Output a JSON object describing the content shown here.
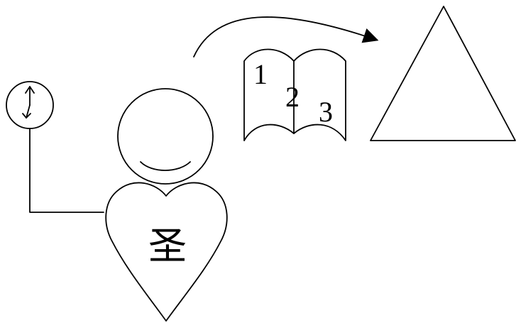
{
  "book": {
    "page_numbers": [
      "1",
      "2",
      "3"
    ]
  },
  "heart": {
    "character": "圣"
  },
  "icons": {
    "clock": "clock-icon",
    "smiley_head": "smiley-face-icon",
    "heart": "heart-icon",
    "open_book": "open-book-icon",
    "triangle": "triangle-icon",
    "curved_arrow": "curved-arrow-icon"
  },
  "colors": {
    "stroke": "#000000",
    "background": "#ffffff"
  }
}
